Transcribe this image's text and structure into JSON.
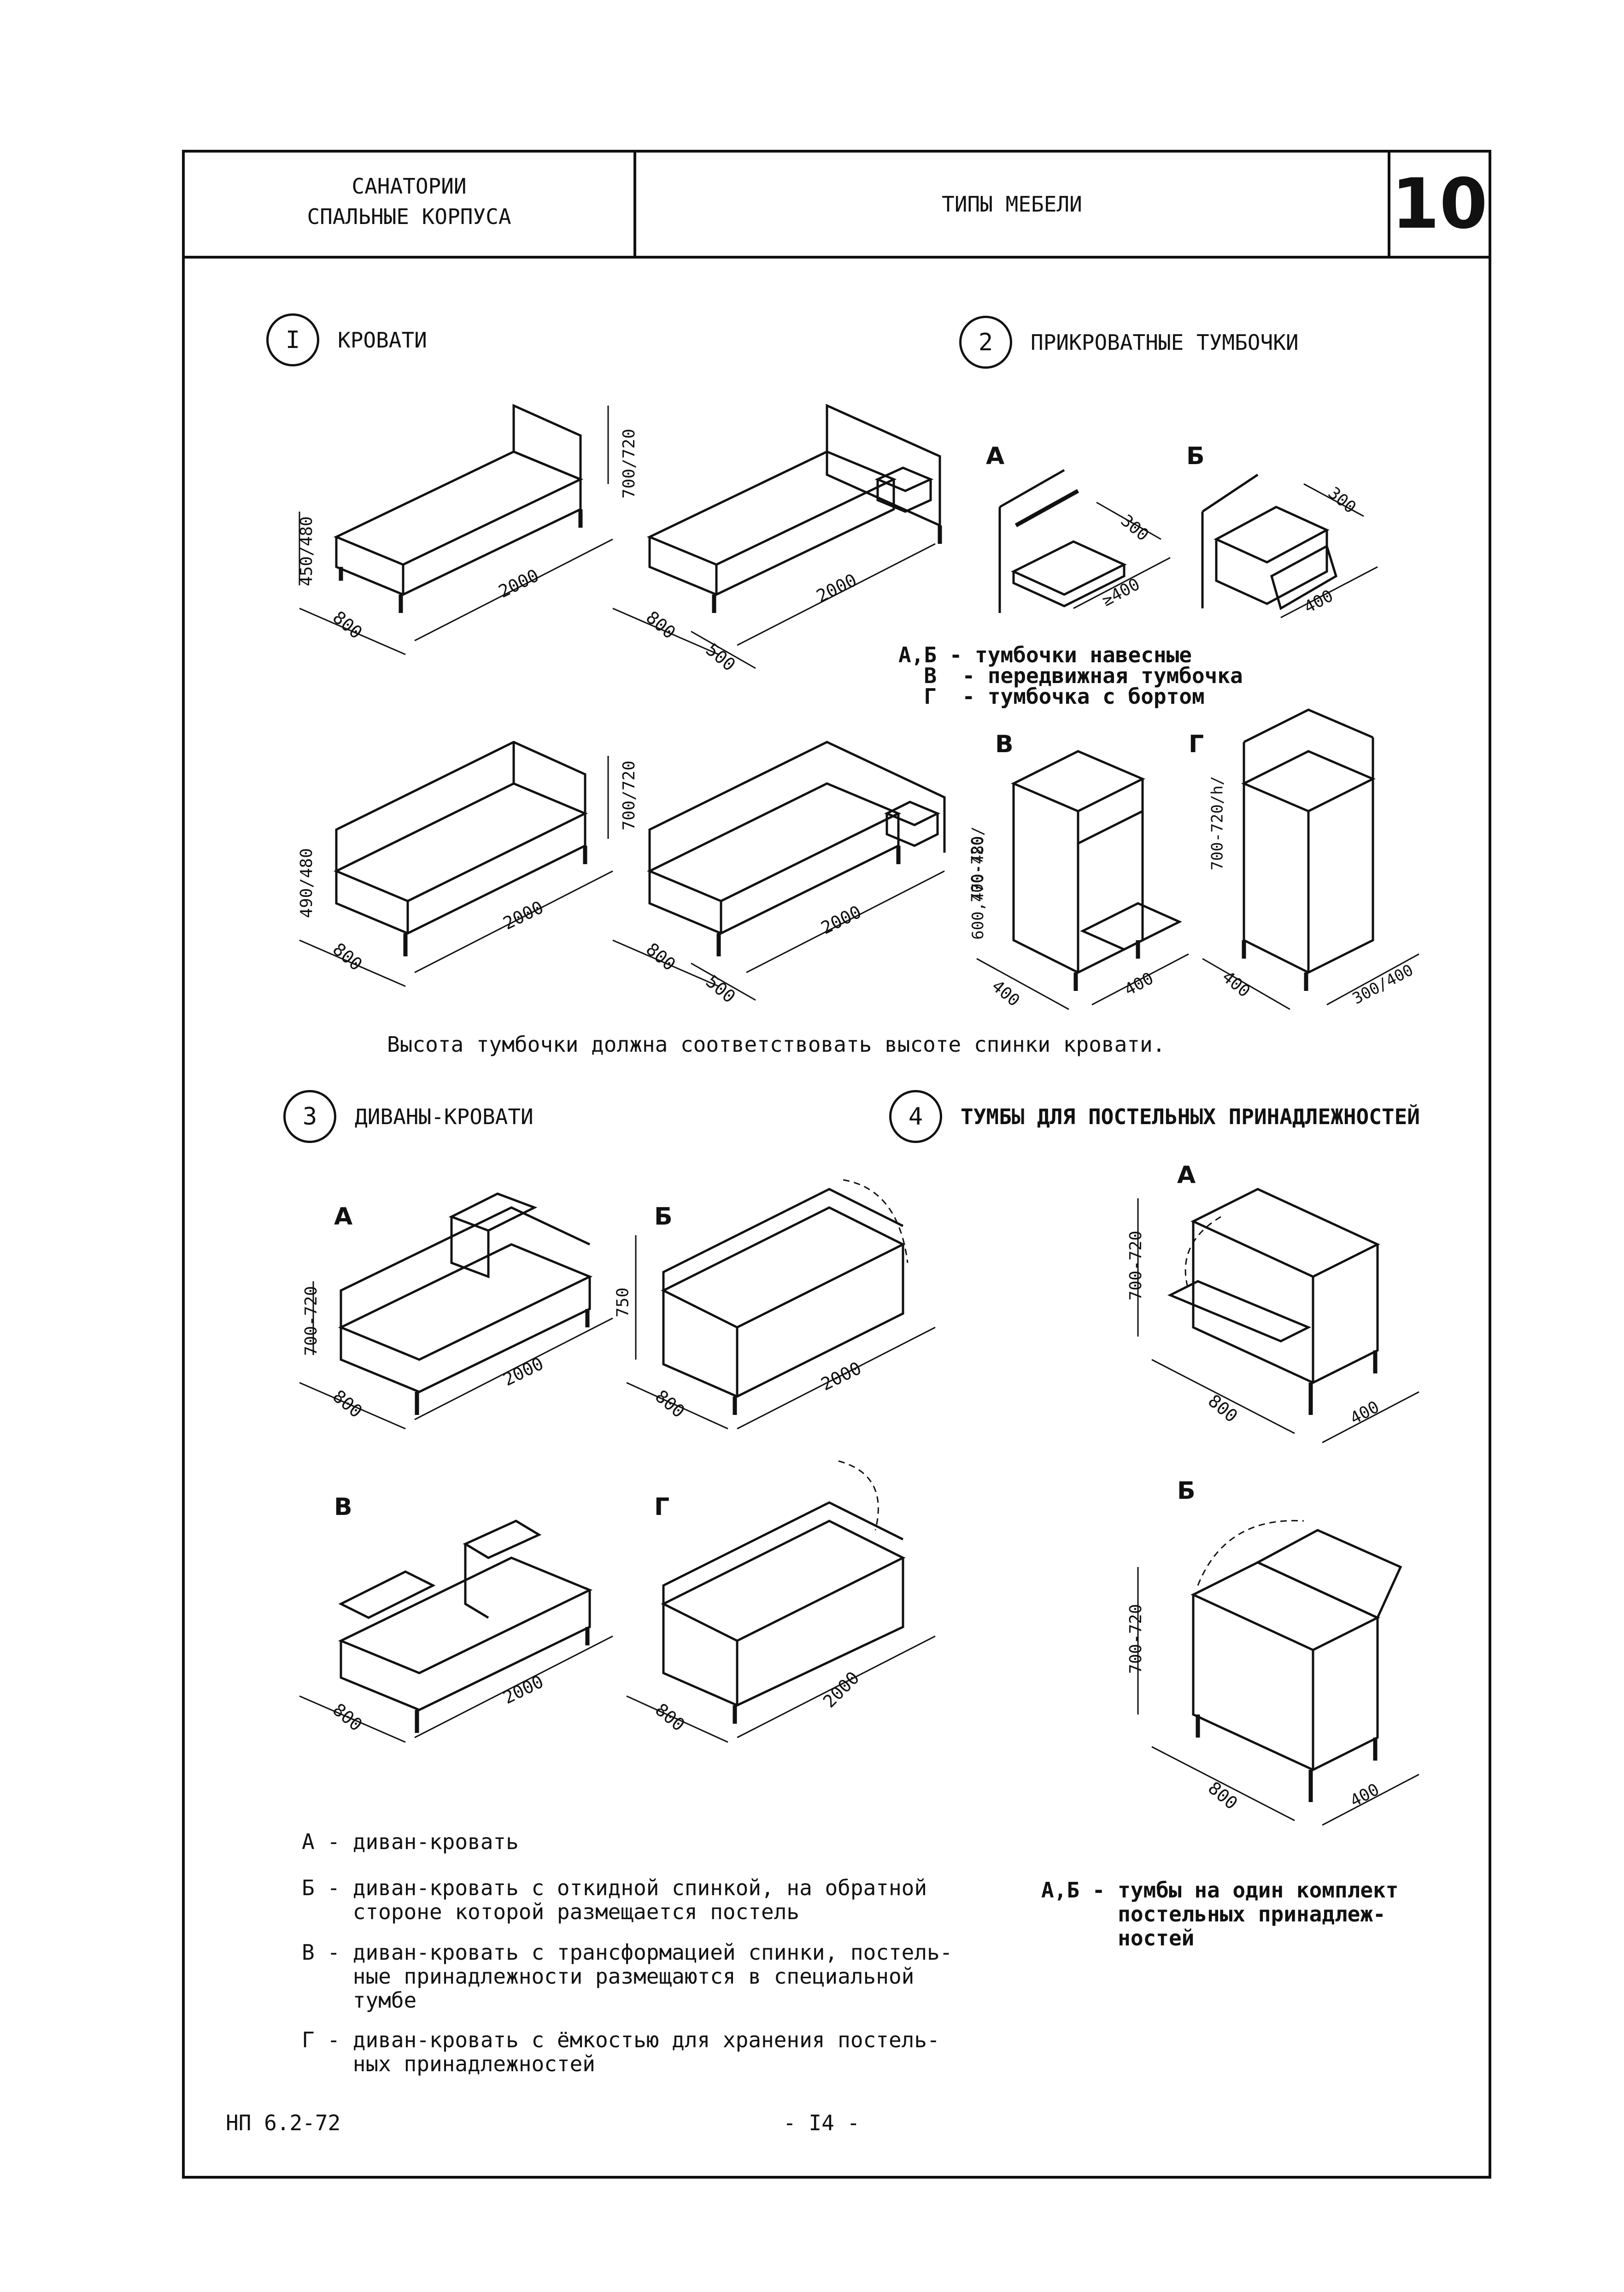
{
  "header": {
    "left_line1": "САНАТОРИИ",
    "left_line2": "СПАЛЬНЫЕ КОРПУСА",
    "title": "ТИПЫ МЕБЕЛИ",
    "sheet_number": "10"
  },
  "sections": [
    {
      "num": "I",
      "title": "КРОВАТИ"
    },
    {
      "num": "2",
      "title": "ПРИКРОВАТНЫЕ ТУМБОЧКИ"
    },
    {
      "num": "3",
      "title": "ДИВАНЫ-КРОВАТИ"
    },
    {
      "num": "4",
      "title": "ТУМБЫ ДЛЯ ПОСТЕЛЬНЫХ ПРИНАДЛЕЖНОСТЕЙ"
    }
  ],
  "dimensions": {
    "bed_length": "2000",
    "bed_width": "800",
    "bed_height": "450/480",
    "bed_height_b": "490/480",
    "back_height": "700/720",
    "table_500": "500",
    "d300": "300",
    "d400": "400",
    "d_ge400": "≥400",
    "d700_720": "700-720",
    "d600_470_480": "600,470-480/",
    "h700_720_h": "700-720/h/",
    "d300_400": "300/400",
    "sofa_height": "700-720",
    "sofa_750": "750"
  },
  "letters": {
    "A": "A",
    "B": "Б",
    "V": "В",
    "G": "Г"
  },
  "nightstand_legend": [
    "А,Б - тумбочки навесные",
    "  В  - передвижная тумбочка",
    "  Г  - тумбочка с бортом"
  ],
  "note": "Высота тумбочки должна соответствовать высоте спинки кровати.",
  "sofa_legend": [
    {
      "key": "А",
      "text": "диван-кровать"
    },
    {
      "key": "Б",
      "text": "диван-кровать с откидной спинкой, на обратной\n    стороне которой размещается постель"
    },
    {
      "key": "В",
      "text": "диван-кровать с трансформацией спинки, постель-\n    ные принадлежности размещаются в специальной\n    тумбе"
    },
    {
      "key": "Г",
      "text": "диван-кровать с ёмкостью для хранения постель-\n    ных принадлежностей"
    }
  ],
  "bedding_legend": "А,Б - тумбы на один комплект\n      постельных принадлеж-\n      ностей",
  "footer": {
    "code": "НП 6.2-72",
    "page": "- I4 -"
  }
}
